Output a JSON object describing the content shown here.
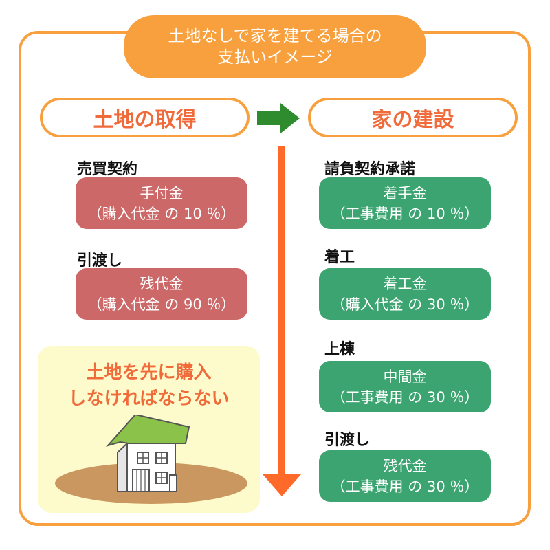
{
  "title": {
    "line1": "土地なしで家を建てる場合の",
    "line2": "支払いイメージ"
  },
  "left": {
    "header": "土地の取得",
    "steps": [
      {
        "label": "売買契約",
        "box_line1": "手付金",
        "box_line2": "（購入代金 の 10 ％）"
      },
      {
        "label": "引渡し",
        "box_line1": "残代金",
        "box_line2": "（購入代金 の 90 ％）"
      }
    ],
    "note": {
      "line1": "土地を先に購入",
      "line2": "しなければならない"
    }
  },
  "right": {
    "header": "家の建設",
    "steps": [
      {
        "label": "請負契約承諾",
        "box_line1": "着手金",
        "box_line2": "（工事費用 の 10 ％）"
      },
      {
        "label": "着工",
        "box_line1": "着工金",
        "box_line2": "（購入代金 の 30 ％）"
      },
      {
        "label": "上棟",
        "box_line1": "中間金",
        "box_line2": "（工事費用 の 30 ％）"
      },
      {
        "label": "引渡し",
        "box_line1": "残代金",
        "box_line2": "（工事費用 の 30 ％）"
      }
    ]
  },
  "colors": {
    "orange": "#f7a03d",
    "red_box": "#cc6868",
    "green_box": "#3ca470",
    "arrow_green": "#2e8b2e",
    "arrow_orange": "#ff6a2a"
  },
  "icons": [
    "right-arrow-icon",
    "down-arrow-icon",
    "house-icon"
  ]
}
